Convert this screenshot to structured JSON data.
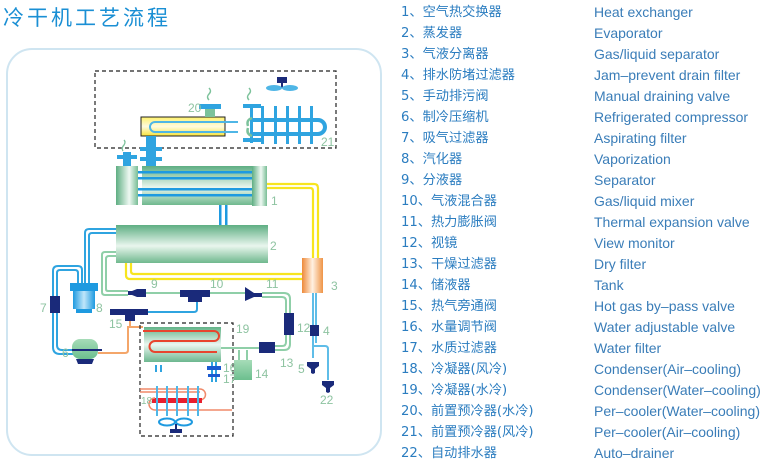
{
  "title": "冷干机工艺流程",
  "colors": {
    "title": "#1a8fd4",
    "legend_text": "#2b7dc0",
    "panel_border": "#cfe5f1",
    "pipe_blue": "#2fa4e0",
    "pipe_yellow": "#f7e51e",
    "pipe_green": "#8fcfa8",
    "pipe_orange": "#f4a66a",
    "component_navy": "#1a2a7a",
    "component_green": "#6fb88e",
    "label_green": "#8ec3a1",
    "hot_red": "#e8452e"
  },
  "legend": [
    {
      "num": "1、",
      "cn": "空气热交换器",
      "en": "Heat exchanger"
    },
    {
      "num": "2、",
      "cn": "蒸发器",
      "en": "Evaporator"
    },
    {
      "num": "3、",
      "cn": "气液分离器",
      "en": "Gas/liquid separator"
    },
    {
      "num": "4、",
      "cn": "排水防堵过滤器",
      "en": "Jam–prevent drain filter"
    },
    {
      "num": "5、",
      "cn": "手动排污阀",
      "en": "Manual draining valve"
    },
    {
      "num": "6、",
      "cn": "制冷压缩机",
      "en": "Refrigerated compressor"
    },
    {
      "num": "7、",
      "cn": "吸气过滤器",
      "en": "Aspirating filter"
    },
    {
      "num": "8、",
      "cn": "汽化器",
      "en": "Vaporization"
    },
    {
      "num": "9、",
      "cn": "分液器",
      "en": "Separator"
    },
    {
      "num": "10、",
      "cn": "气液混合器",
      "en": "Gas/liquid mixer"
    },
    {
      "num": "11、",
      "cn": "热力膨胀阀",
      "en": "Thermal expansion valve"
    },
    {
      "num": "12、",
      "cn": "视镜",
      "en": "View monitor"
    },
    {
      "num": "13、",
      "cn": "干燥过滤器",
      "en": "Dry filter"
    },
    {
      "num": "14、",
      "cn": "储液器",
      "en": "Tank"
    },
    {
      "num": "15、",
      "cn": "热气旁通阀",
      "en": "Hot gas by–pass valve"
    },
    {
      "num": "16、",
      "cn": "水量调节阀",
      "en": "Water adjustable valve"
    },
    {
      "num": "17、",
      "cn": "水质过滤器",
      "en": "Water filter"
    },
    {
      "num": "18、",
      "cn": "冷凝器(风冷)",
      "en": "Condenser(Air–cooling)"
    },
    {
      "num": "19、",
      "cn": "冷凝器(水冷)",
      "en": "Condenser(Water–cooling)"
    },
    {
      "num": "20、",
      "cn": "前置预冷器(水冷)",
      "en": "Per–cooler(Water–cooling)"
    },
    {
      "num": "21、",
      "cn": "前置预冷器(风冷)",
      "en": "Per–cooler(Air–cooling)"
    },
    {
      "num": "22、",
      "cn": "自动排水器",
      "en": "Auto–drainer"
    }
  ],
  "diagram": {
    "labels": {
      "c1": "1",
      "c2": "2",
      "c3": "3",
      "c4": "4",
      "c5": "5",
      "c6": "6",
      "c7": "7",
      "c8": "8",
      "c9": "9",
      "c10": "10",
      "c11": "11",
      "c12": "12",
      "c13": "13",
      "c14": "14",
      "c15": "15",
      "c16": "16",
      "c17": "17",
      "c18": "18",
      "c19": "19",
      "c20": "20",
      "c21": "21",
      "c22": "22"
    }
  }
}
